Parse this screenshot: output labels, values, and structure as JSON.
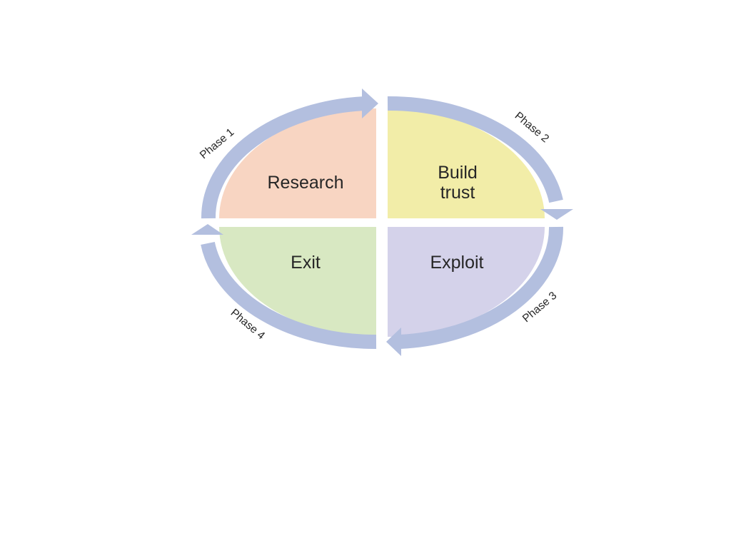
{
  "diagram": {
    "quadrants": [
      {
        "id": "research",
        "lines": [
          "Research"
        ],
        "color": "#f8d5c2"
      },
      {
        "id": "build-trust",
        "lines": [
          "Build",
          "trust"
        ],
        "color": "#f2eda8"
      },
      {
        "id": "exploit",
        "lines": [
          "Exploit"
        ],
        "color": "#d4d2ea"
      },
      {
        "id": "exit",
        "lines": [
          "Exit"
        ],
        "color": "#d8e8c2"
      }
    ],
    "phases": [
      {
        "id": "phase-1",
        "label": "Phase 1"
      },
      {
        "id": "phase-2",
        "label": "Phase 2"
      },
      {
        "id": "phase-3",
        "label": "Phase 3"
      },
      {
        "id": "phase-4",
        "label": "Phase 4"
      }
    ],
    "arrow_color": "#b3bfdf",
    "divider_color": "#ffffff"
  }
}
